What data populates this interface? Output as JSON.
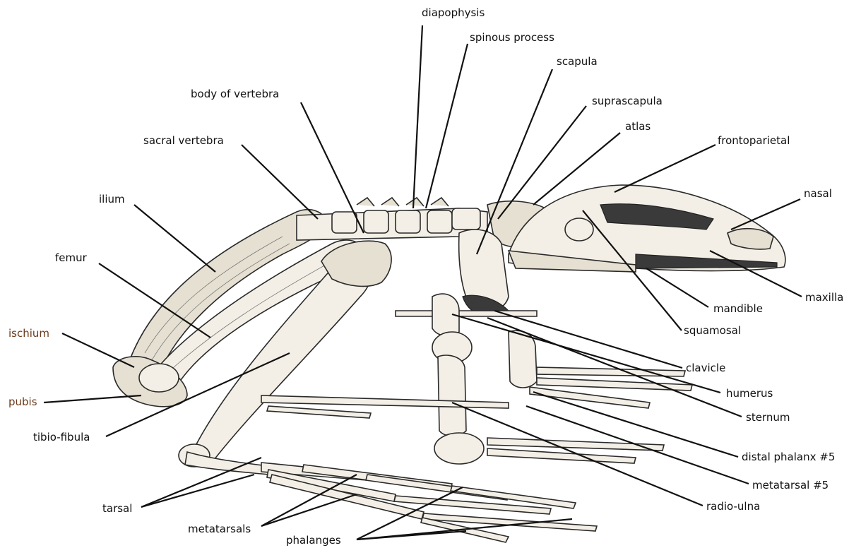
{
  "labels": {
    "diapophysis": "diapophysis",
    "spinous_process": "spinous process",
    "scapula": "scapula",
    "body_of_vertebra": "body of vertebra",
    "suprascapula": "suprascapula",
    "atlas": "atlas",
    "sacral_vertebra": "sacral vertebra",
    "frontoparietal": "frontoparietal",
    "ilium": "ilium",
    "nasal": "nasal",
    "femur": "femur",
    "maxilla": "maxilla",
    "mandible": "mandible",
    "ischium": "ischium",
    "squamosal": "squamosal",
    "clavicle": "clavicle",
    "pubis": "pubis",
    "humerus": "humerus",
    "sternum": "sternum",
    "tibio_fibula": "tibio-fibula",
    "distal_phalanx": "distal phalanx #5",
    "metatarsal5": "metatarsal #5",
    "tarsal": "tarsal",
    "radio_ulna": "radio-ulna",
    "metatarsals": "metatarsals",
    "phalanges": "phalanges"
  },
  "colors": {
    "label_text": "#111111",
    "label_brown": "#6b3a1a",
    "bone_fill": "#f3efe6",
    "outline": "#2a2a2a"
  }
}
